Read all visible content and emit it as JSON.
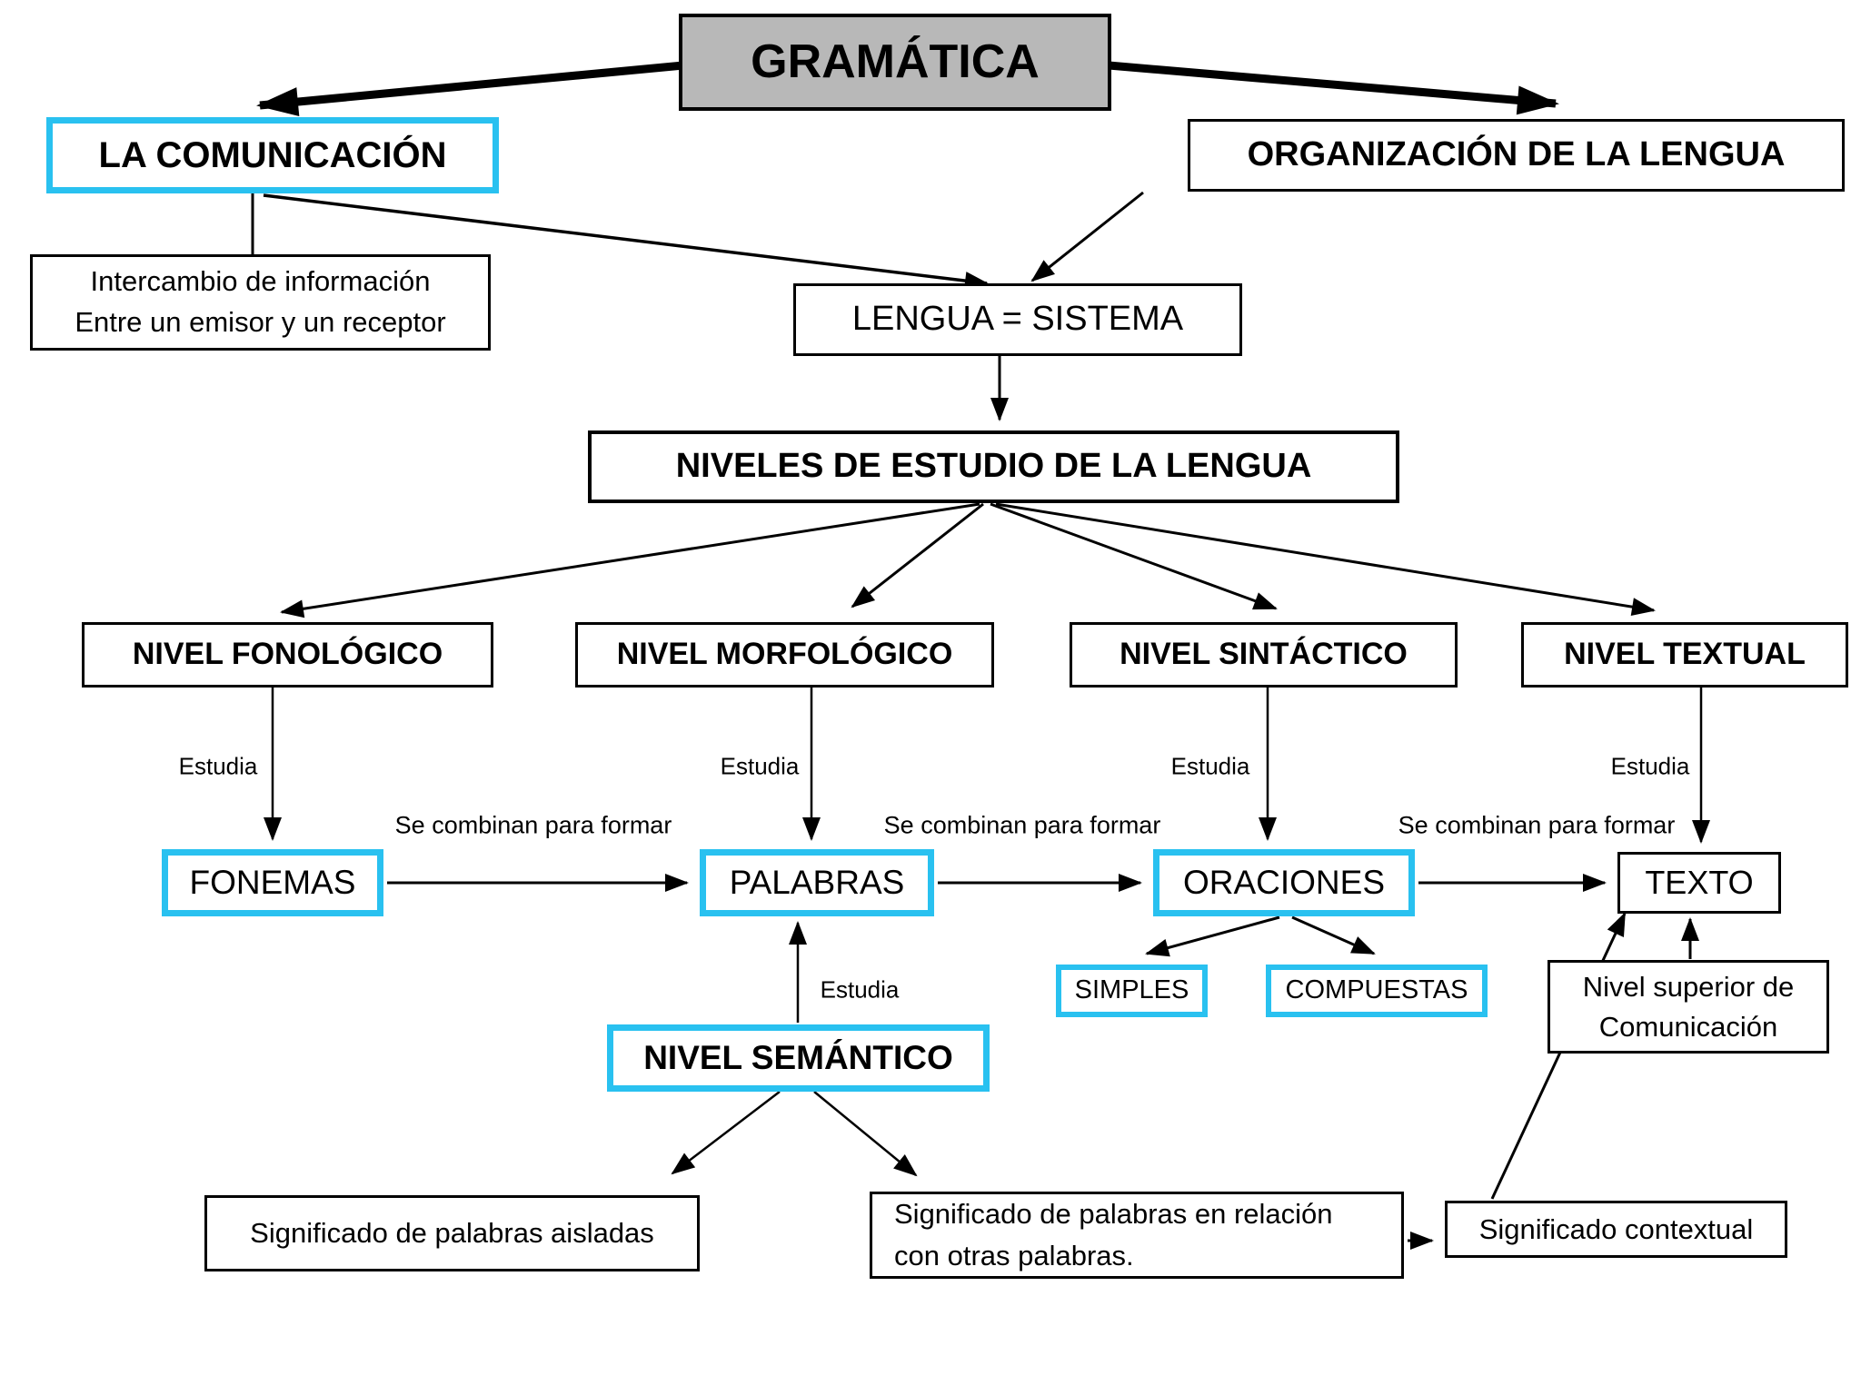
{
  "diagram_title": "GRAMÁTICA",
  "colors": {
    "accent_cyan": "#29c1f0",
    "box_gray": "#b8b8b8",
    "line_black": "#000000",
    "background": "#ffffff"
  },
  "nodes": {
    "gramatica": {
      "label": "GRAMÁTICA"
    },
    "comunicacion": {
      "label": "LA COMUNICACIÓN"
    },
    "organizacion": {
      "label": "ORGANIZACIÓN DE LA LENGUA"
    },
    "intercambio": {
      "label": "Intercambio de información\nEntre un emisor y un receptor"
    },
    "lengua_sistema": {
      "label": "LENGUA = SISTEMA"
    },
    "niveles": {
      "label": "NIVELES DE ESTUDIO DE LA LENGUA"
    },
    "nivel_fonologico": {
      "label": "NIVEL FONOLÓGICO"
    },
    "nivel_morfologico": {
      "label": "NIVEL MORFOLÓGICO"
    },
    "nivel_sintactico": {
      "label": "NIVEL SINTÁCTICO"
    },
    "nivel_textual": {
      "label": "NIVEL TEXTUAL"
    },
    "fonemas": {
      "label": "FONEMAS"
    },
    "palabras": {
      "label": "PALABRAS"
    },
    "oraciones": {
      "label": "ORACIONES"
    },
    "texto": {
      "label": "TEXTO"
    },
    "simples": {
      "label": "SIMPLES"
    },
    "compuestas": {
      "label": "COMPUESTAS"
    },
    "nivel_semantico": {
      "label": "NIVEL SEMÁNTICO"
    },
    "nivel_superior": {
      "label": "Nivel superior de\nComunicación"
    },
    "sig_aisladas": {
      "label": "Significado de palabras aisladas"
    },
    "sig_relacion": {
      "label": "Significado de palabras en relación\ncon otras palabras."
    },
    "sig_contextual": {
      "label": "Significado contextual"
    }
  },
  "edge_labels": {
    "estudia": "Estudia",
    "se_combinan": "Se combinan para formar"
  }
}
